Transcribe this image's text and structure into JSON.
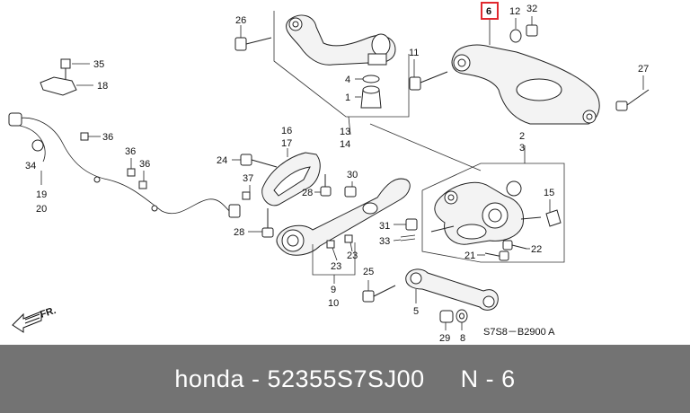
{
  "diagram": {
    "callouts": [
      "26",
      "6",
      "12",
      "32",
      "35",
      "18",
      "11",
      "27",
      "4",
      "1",
      "13",
      "14",
      "36",
      "16",
      "17",
      "2",
      "3",
      "36",
      "36",
      "24",
      "34",
      "37",
      "30",
      "15",
      "19",
      "20",
      "28",
      "28",
      "31",
      "33",
      "22",
      "23",
      "23",
      "21",
      "25",
      "9",
      "10",
      "5",
      "29",
      "8"
    ],
    "highlight": {
      "label": "6",
      "color": "#e0282e"
    },
    "forward_marker": "FR.",
    "diagram_code": "S7S8－B2900 A"
  },
  "footer": {
    "caption": "honda - 52355S7SJ00     N - 6"
  }
}
